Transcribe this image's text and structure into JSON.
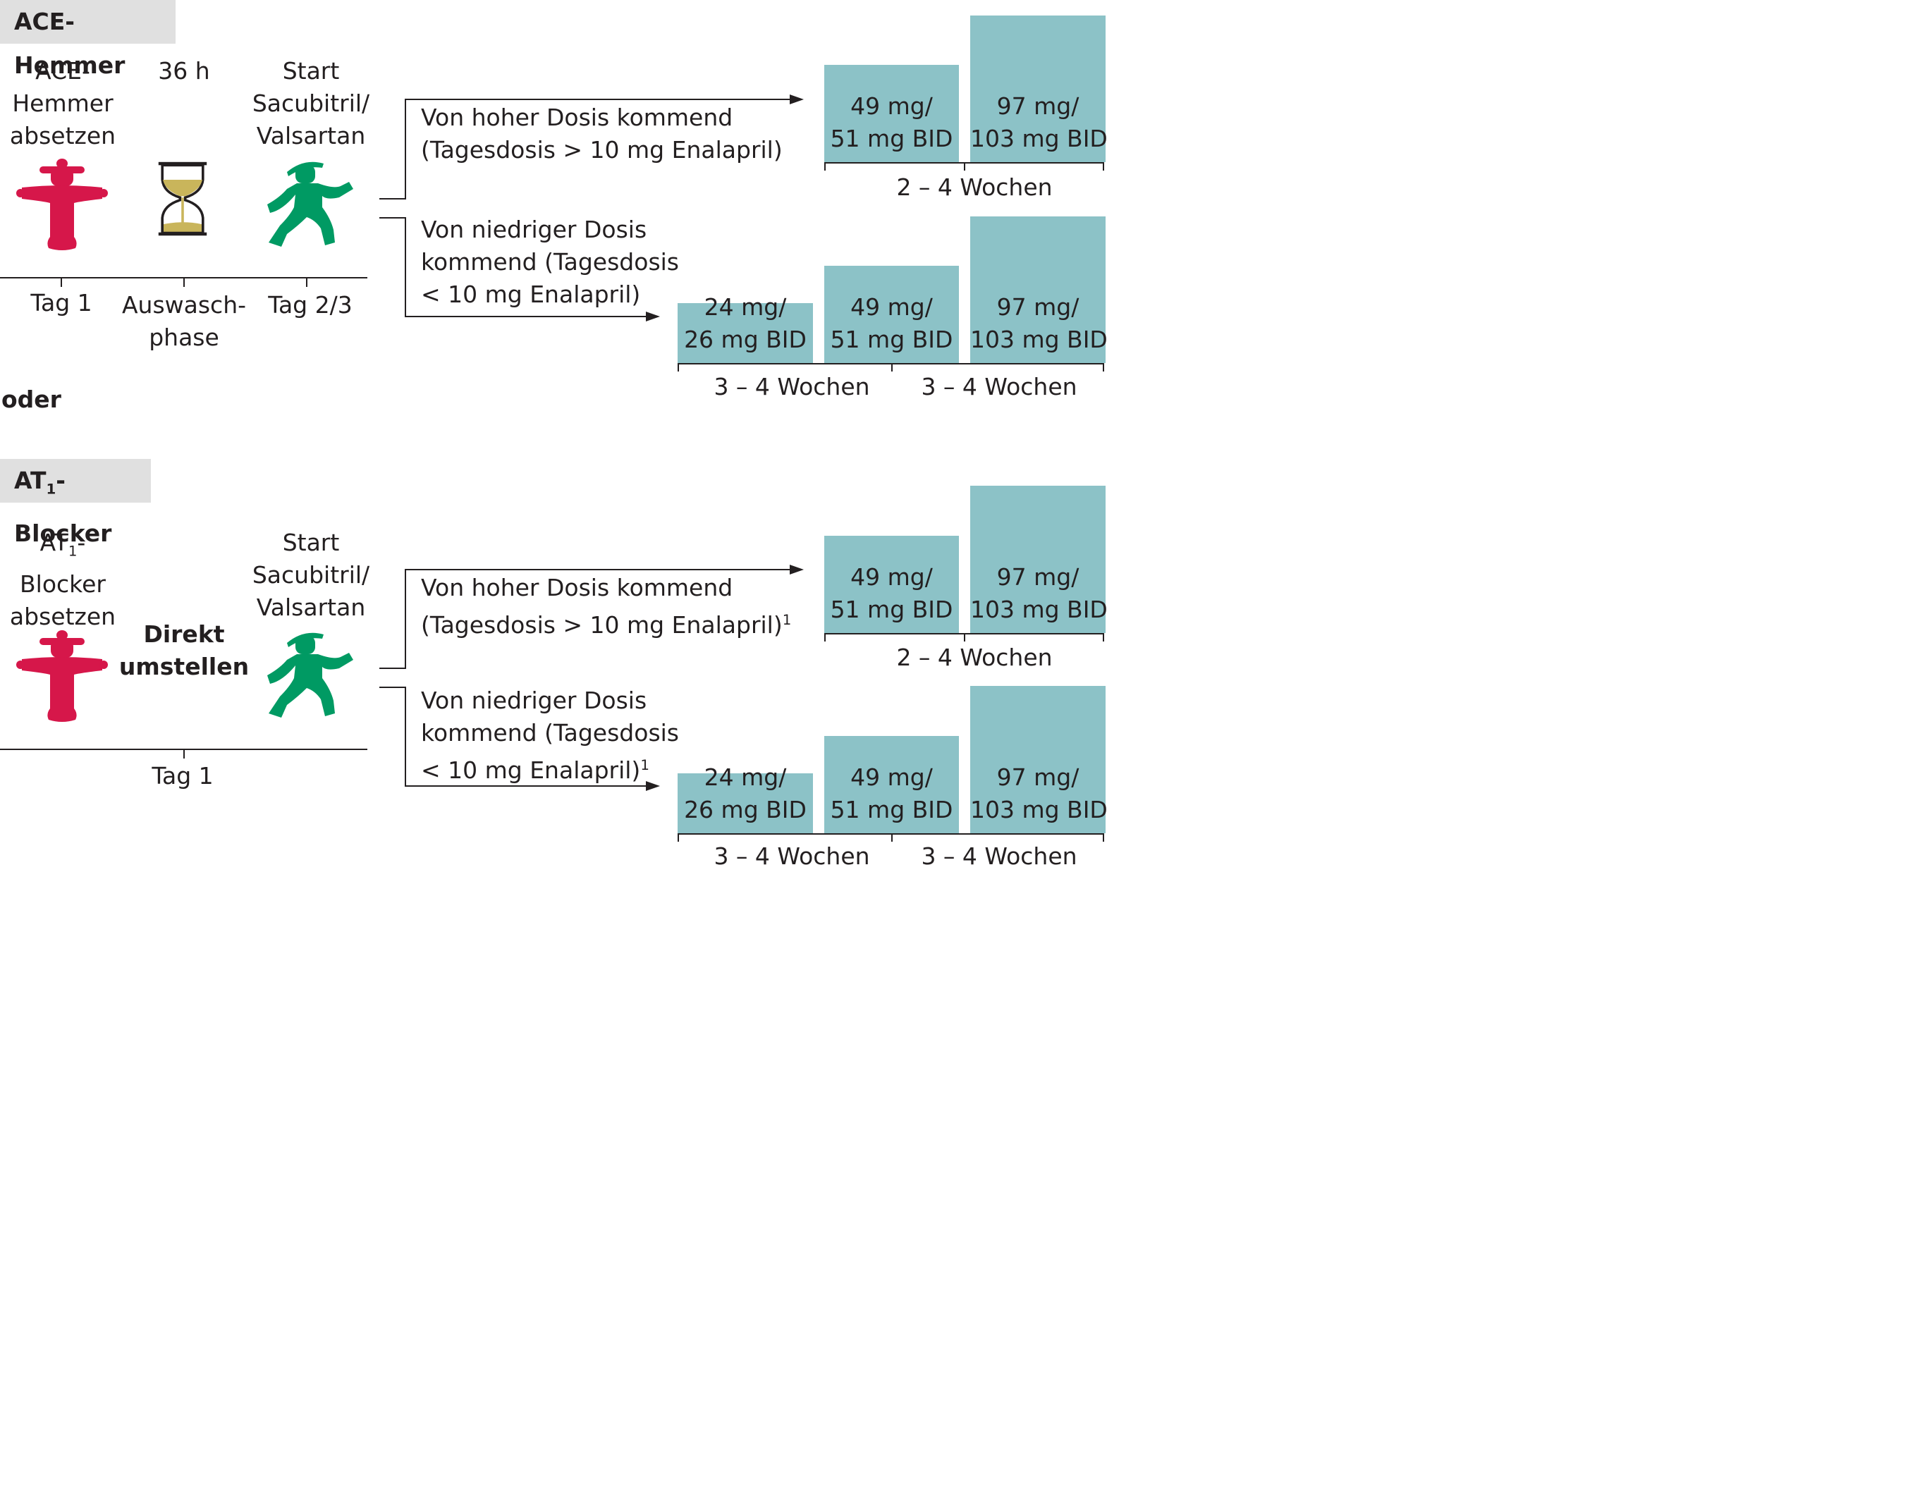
{
  "sections": [
    {
      "tag": "ACE-Hemmer",
      "step1_lines": [
        "ACE-",
        "Hemmer",
        "absetzen"
      ],
      "step2_label": "36 h",
      "step3_lines": [
        "Start",
        "Sacubitril/",
        "Valsartan"
      ],
      "axis_labels": [
        "Tag 1",
        "Auswasch-",
        "phase",
        "Tag 2/3"
      ],
      "high_dose": {
        "lines": [
          "Von hoher Dosis kommend",
          "(Tagesdosis > 10 mg Enalapril)"
        ]
      },
      "low_dose": {
        "lines": [
          "Von niedriger Dosis",
          "kommend (Tagesdosis",
          "< 10 mg Enalapril)"
        ]
      }
    },
    {
      "tag_prefix": "AT",
      "tag_sub": "1",
      "tag_suffix": "-Blocker",
      "step1_prefix": "AT",
      "step1_sub": "1",
      "step1_suffix": "-",
      "step1_lines": [
        "Blocker",
        "absetzen"
      ],
      "middle_lines": [
        "Direkt",
        "umstellen"
      ],
      "step3_lines": [
        "Start",
        "Sacubitril/",
        "Valsartan"
      ],
      "axis_labels": [
        "Tag 1"
      ],
      "high_dose": {
        "lines": [
          "Von hoher Dosis kommend",
          "(Tagesdosis > 10 mg Enalapril)"
        ],
        "footnote": "1"
      },
      "low_dose": {
        "lines": [
          "Von niedriger Dosis",
          "kommend (Tagesdosis",
          "< 10 mg Enalapril)"
        ],
        "footnote": "1"
      }
    }
  ],
  "separator": "oder",
  "doses": {
    "low": [
      "24 mg/",
      "26 mg BID"
    ],
    "mid": [
      "49 mg/",
      "51 mg BID"
    ],
    "high": [
      "97 mg/",
      "103 mg BID"
    ]
  },
  "durations": {
    "two_four": "2 – 4 Wochen",
    "three_four": "3 – 4 Wochen"
  },
  "colors": {
    "stop_figure": "#d6174a",
    "go_figure": "#009a63",
    "hourglass_sand": "#c9b55b",
    "bar": "#8cc2c7",
    "tag_bg": "#e0e0e0"
  }
}
